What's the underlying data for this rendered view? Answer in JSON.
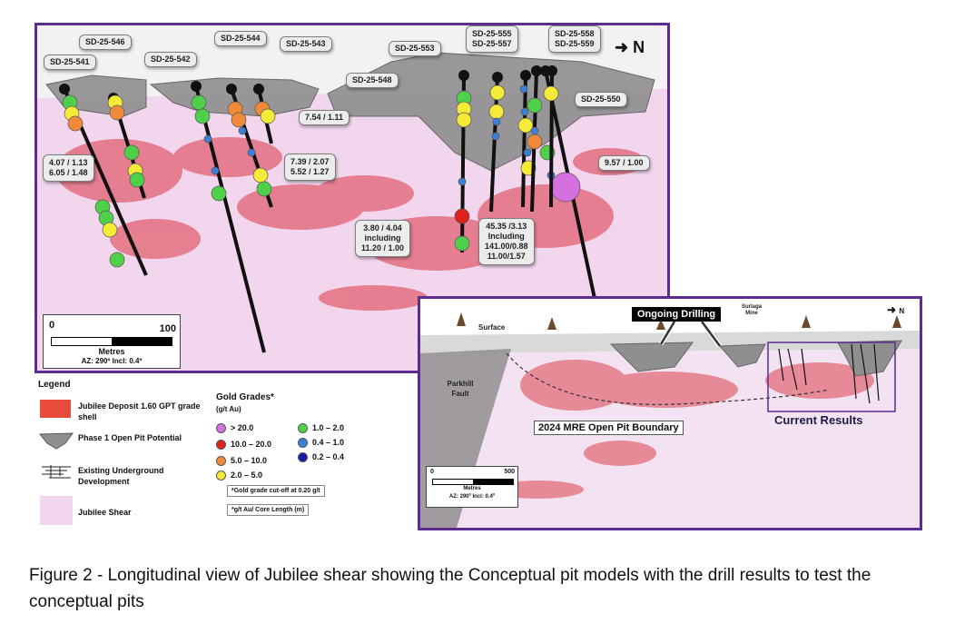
{
  "main": {
    "holes": [
      {
        "id": "SD-25-541",
        "label": "SD-25-541"
      },
      {
        "id": "SD-25-546",
        "label": "SD-25-546"
      },
      {
        "id": "SD-25-542",
        "label": "SD-25-542"
      },
      {
        "id": "SD-25-544",
        "label": "SD-25-544"
      },
      {
        "id": "SD-25-543",
        "label": "SD-25-543"
      },
      {
        "id": "SD-25-548",
        "label": "SD-25-548"
      },
      {
        "id": "SD-25-553",
        "label": "SD-25-553"
      },
      {
        "id": "SD-25-555",
        "label": "SD-25-555"
      },
      {
        "id": "SD-25-557",
        "label": "SD-25-557"
      },
      {
        "id": "SD-25-558",
        "label": "SD-25-558"
      },
      {
        "id": "SD-25-559",
        "label": "SD-25-559"
      },
      {
        "id": "SD-25-550",
        "label": "SD-25-550"
      }
    ],
    "results": {
      "r1_line1": "4.07 / 1.13",
      "r1_line2": "6.05 / 1.48",
      "r2": "7.54 / 1.11",
      "r3_line1": "7.39 / 2.07",
      "r3_line2": "5.52 / 1.27",
      "r4_line1": "3.80 / 4.04",
      "r4_line2": "including",
      "r4_line3": "11.20 / 1.00",
      "r5_line1": "45.35 /3.13",
      "r5_line2": "Including",
      "r5_line3": "141.00/0.88",
      "r5_line4": "11.00/1.57",
      "r6": "9.57 / 1.00"
    },
    "north_label": "N",
    "scale": {
      "start": "0",
      "end": "100",
      "unit": "Metres",
      "orientation": "AZ: 290º   Incl: 0.4º"
    }
  },
  "legend": {
    "title": "Legend",
    "items": {
      "deposit": "Jubilee Deposit 1.60 GPT grade shell",
      "pit": "Phase 1 Open Pit Potential",
      "underground": "Existing Underground Development",
      "shear": "Jubilee Shear"
    },
    "grades_title": "Gold Grades*",
    "grades_unit": "(g/t Au)",
    "grades": [
      {
        "label": "> 20.0",
        "color": "#d66fe0"
      },
      {
        "label": "10.0 – 20.0",
        "color": "#e0211b"
      },
      {
        "label": "5.0 – 10.0",
        "color": "#f08a3a"
      },
      {
        "label": "2.0 – 5.0",
        "color": "#f5ea37"
      },
      {
        "label": "1.0 – 2.0",
        "color": "#4fd04b"
      },
      {
        "label": "0.4 – 1.0",
        "color": "#3a7fd8"
      },
      {
        "label": "0.2 – 0.4",
        "color": "#1a1aa8"
      }
    ],
    "note1": "*Gold grade cut-off at 0.20 g/t",
    "note2": "*g/t Au/ Core Length (m)"
  },
  "inset": {
    "surface": "Surface",
    "ongoing": "Ongoing Drilling",
    "mine": "Surlaga Mine",
    "fault": "Parkhill Fault",
    "pit_boundary": "2024 MRE Open Pit Boundary",
    "current": "Current Results",
    "north_label": "N",
    "scale": {
      "start": "0",
      "end": "500",
      "unit": "Metres",
      "orientation": "AZ: 290º   Incl: 0.4º"
    }
  },
  "caption": "Figure 2 - Longitudinal view of Jubilee shear showing the Conceptual pit models with the drill results to test the conceptual pits",
  "colors": {
    "frame": "#5b2d91",
    "shear": "#f1d6ee",
    "deposit": "#e0505e",
    "pit": "#8f8f8f"
  }
}
